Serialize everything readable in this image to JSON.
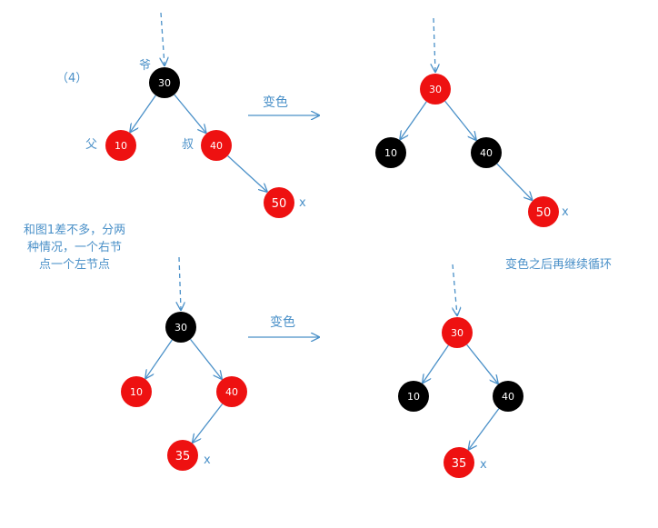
{
  "case_label": "（4）",
  "note_left": [
    "和图1差不多，分两",
    "种情况，一个右节",
    "点一个左节点"
  ],
  "note_right": "变色之后再继续循环",
  "arrow_label_top": "变色",
  "arrow_label_bottom": "变色",
  "relation_labels": {
    "grandparent": "爷",
    "parent": "父",
    "uncle": "叔"
  },
  "current_marker": "x",
  "colors": {
    "red": "#ee1111",
    "black": "#000000",
    "accent": "#4a90c8"
  },
  "trees": [
    {
      "id": "top-before",
      "nodes": [
        {
          "key": "g",
          "value": "30",
          "color": "black"
        },
        {
          "key": "p",
          "value": "10",
          "color": "red"
        },
        {
          "key": "u",
          "value": "40",
          "color": "red"
        },
        {
          "key": "x",
          "value": "50",
          "color": "red"
        }
      ]
    },
    {
      "id": "top-after",
      "nodes": [
        {
          "key": "g",
          "value": "30",
          "color": "red"
        },
        {
          "key": "p",
          "value": "10",
          "color": "black"
        },
        {
          "key": "u",
          "value": "40",
          "color": "black"
        },
        {
          "key": "x",
          "value": "50",
          "color": "red"
        }
      ]
    },
    {
      "id": "bottom-before",
      "nodes": [
        {
          "key": "g",
          "value": "30",
          "color": "black"
        },
        {
          "key": "p",
          "value": "10",
          "color": "red"
        },
        {
          "key": "u",
          "value": "40",
          "color": "red"
        },
        {
          "key": "x",
          "value": "35",
          "color": "red"
        }
      ]
    },
    {
      "id": "bottom-after",
      "nodes": [
        {
          "key": "g",
          "value": "30",
          "color": "red"
        },
        {
          "key": "p",
          "value": "10",
          "color": "black"
        },
        {
          "key": "u",
          "value": "40",
          "color": "black"
        },
        {
          "key": "x",
          "value": "35",
          "color": "red"
        }
      ]
    }
  ]
}
